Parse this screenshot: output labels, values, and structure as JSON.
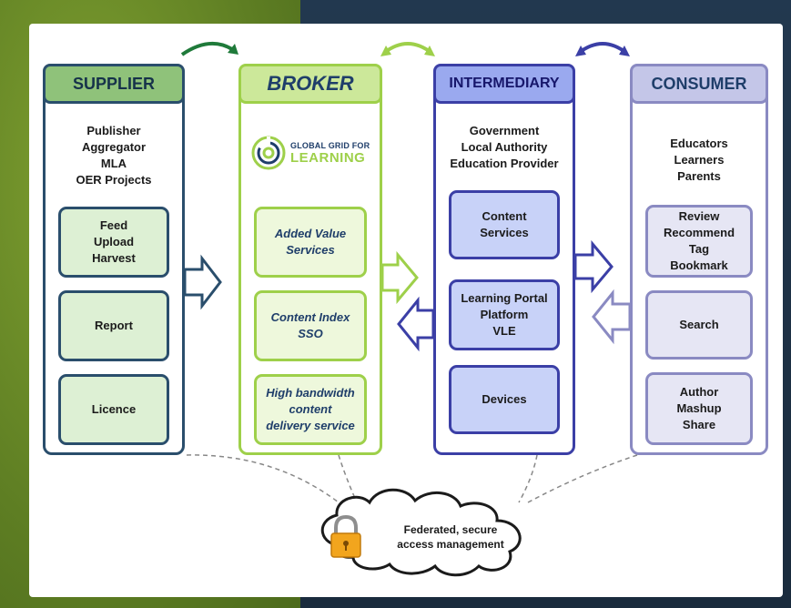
{
  "columns": {
    "supplier": {
      "title": "SUPPLIER",
      "description": [
        "Publisher",
        "Aggregator",
        "MLA",
        "OER Projects"
      ],
      "boxes": [
        [
          "Feed",
          "Upload",
          "Harvest"
        ],
        [
          "Report"
        ],
        [
          "Licence"
        ]
      ]
    },
    "broker": {
      "title": "BROKER",
      "logo_line1": "GLOBAL GRID FOR",
      "logo_line2": "LEARNING",
      "boxes": [
        [
          "Added Value",
          "Services"
        ],
        [
          "Content Index",
          "SSO"
        ],
        [
          "High bandwidth",
          "content",
          "delivery service"
        ]
      ]
    },
    "intermediary": {
      "title": "INTERMEDIARY",
      "description": [
        "Government",
        "Local Authority",
        "Education Provider"
      ],
      "boxes": [
        [
          "Content",
          "Services"
        ],
        [
          "Learning Portal",
          "Platform",
          "VLE"
        ],
        [
          "Devices"
        ]
      ]
    },
    "consumer": {
      "title": "CONSUMER",
      "description": [
        "Educators",
        "Learners",
        "Parents"
      ],
      "boxes": [
        [
          "Review",
          "Recommend",
          "Tag",
          "Bookmark"
        ],
        [
          "Search"
        ],
        [
          "Author",
          "Mashup",
          "Share"
        ]
      ]
    }
  },
  "cloud": {
    "line1": "Federated, secure",
    "line2": "access management",
    "icon": "lock-icon"
  },
  "colors": {
    "supplier": "#2a4e6c",
    "broker": "#9ed04a",
    "intermediary": "#3b3fa6",
    "consumer": "#8a8ac2",
    "top_arrow_1": "#1f7a3a",
    "top_arrow_2": "#9ed04a",
    "top_arrow_3": "#3b3fa6"
  }
}
